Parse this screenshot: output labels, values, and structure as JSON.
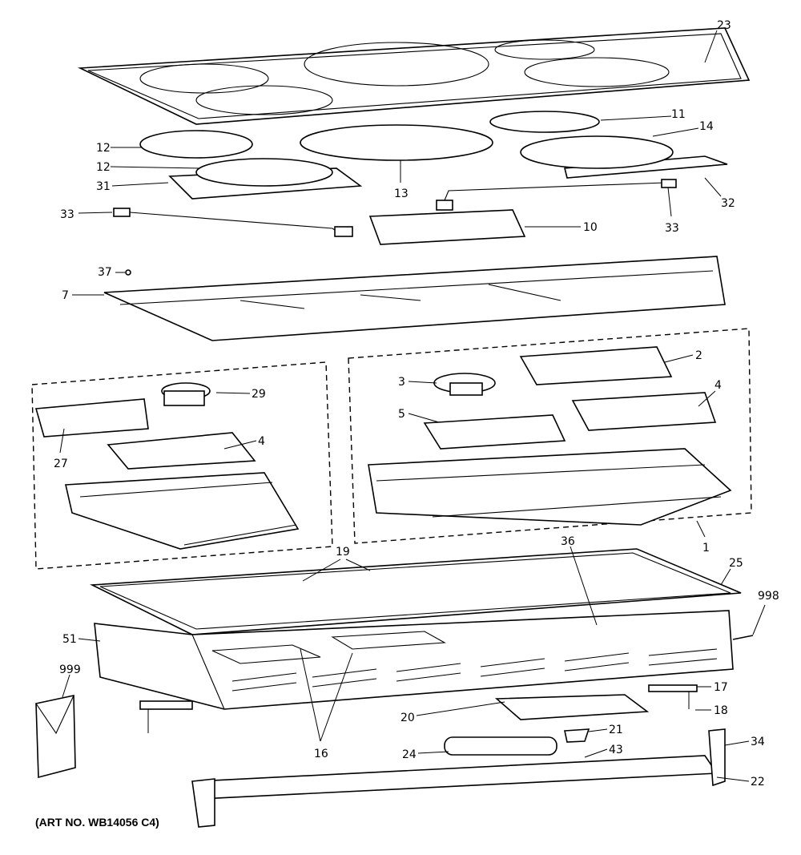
{
  "labels": [
    "23",
    "11",
    "14",
    "12",
    "12",
    "31",
    "13",
    "32",
    "33",
    "33",
    "10",
    "37",
    "7",
    "2",
    "3",
    "29",
    "4",
    "5",
    "4",
    "27",
    "1",
    "19",
    "36",
    "25",
    "998",
    "51",
    "999",
    "17",
    "18",
    "20",
    "21",
    "16",
    "24",
    "43",
    "34",
    "22"
  ],
  "art_number": "(ART NO. WB14056 C4)"
}
